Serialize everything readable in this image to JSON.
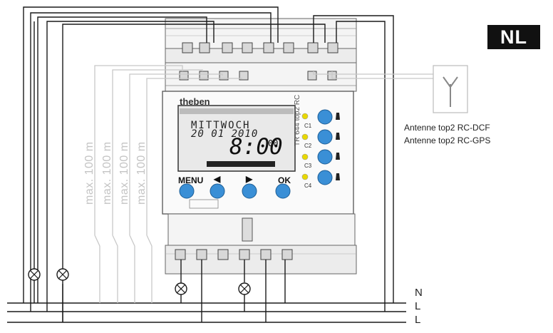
{
  "badge": "NL",
  "antenna": {
    "lines": [
      "Antenne top2 RC-DCF",
      "Antenne top2 RC-GPS"
    ]
  },
  "rails": [
    "N",
    "L",
    "L"
  ],
  "distances": [
    "max. 100 m",
    "max. 100 m",
    "max. 100 m",
    "max. 100 m"
  ],
  "device": {
    "brand": "theben",
    "lcd_day": "MITTWOCH",
    "lcd_date": "20 01 2010",
    "lcd_time": "8:00",
    "lcd_seconds": "00",
    "model": "TR 644 top2 RC",
    "buttons": [
      "MENU",
      "◀",
      "▶",
      "OK"
    ],
    "channels": [
      "C1",
      "C2",
      "C3",
      "C4"
    ]
  },
  "colors": {
    "wire": "#1a1a1a",
    "dist_wire": "#c8c8c8",
    "button_blue": "#3a8fd6",
    "led_yellow": "#e8d800"
  }
}
